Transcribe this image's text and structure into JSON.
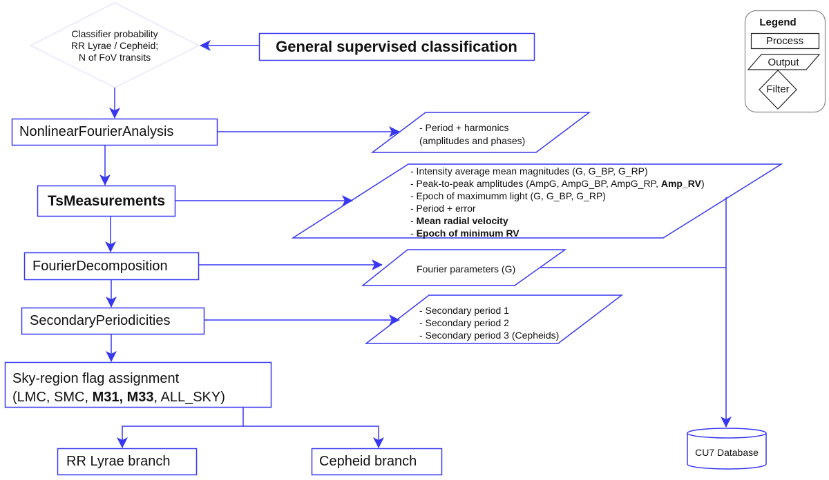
{
  "colors": {
    "flow_stroke": "#3737f2",
    "filter_stroke": "#dcdcf8",
    "legend_stroke": "#222222",
    "legend_frame": "#888888",
    "text": "#111111",
    "background": "#ffffff"
  },
  "filter": {
    "lines": [
      "Classifier probability",
      "RR Lyrae / Cepheid;",
      "N of FoV transits"
    ]
  },
  "processes": {
    "general_classification": "General supervised classification",
    "nonlinear_fourier": "NonlinearFourierAnalysis",
    "ts_measurements": "TsMeasurements",
    "fourier_decomposition": "FourierDecomposition",
    "secondary_periodicities": "SecondaryPeriodicities",
    "sky_region": {
      "line1": "Sky-region flag assignment",
      "line2": [
        {
          "text": "(LMC, SMC, ",
          "bold": false
        },
        {
          "text": "M31, M33",
          "bold": true
        },
        {
          "text": ", ALL_SKY)",
          "bold": false
        }
      ]
    },
    "rr_lyrae_branch": "RR Lyrae branch",
    "cepheid_branch": "Cepheid branch"
  },
  "outputs": {
    "nonlinear_fourier": [
      "- Period + harmonics",
      "(amplitudes and phases)"
    ],
    "ts_measurements": [
      [
        {
          "text": "- Intensity average mean magnitudes (G, G_BP, G_RP)",
          "bold": false
        }
      ],
      [
        {
          "text": "- Peak-to-peak amplitudes (AmpG, AmpG_BP, AmpG_RP, ",
          "bold": false
        },
        {
          "text": "Amp_RV",
          "bold": true
        },
        {
          "text": ")",
          "bold": false
        }
      ],
      [
        {
          "text": "- Epoch of maximumm light (G, G_BP, G_RP)",
          "bold": false
        }
      ],
      [
        {
          "text": "- Period + error",
          "bold": false
        }
      ],
      [
        {
          "text": "- ",
          "bold": false
        },
        {
          "text": "Mean radial velocity",
          "bold": true
        }
      ],
      [
        {
          "text": "- ",
          "bold": false
        },
        {
          "text": "Epoch of minimum RV",
          "bold": true
        }
      ]
    ],
    "fourier_decomposition": "Fourier parameters (G)",
    "secondary_periodicities": [
      "- Secondary period 1",
      "- Secondary period 2",
      "- Secondary period 3 (Cepheids)"
    ]
  },
  "database": {
    "label": "CU7 Database"
  },
  "legend": {
    "title": "Legend",
    "process": "Process",
    "output": "Output",
    "filter": "Filter"
  }
}
